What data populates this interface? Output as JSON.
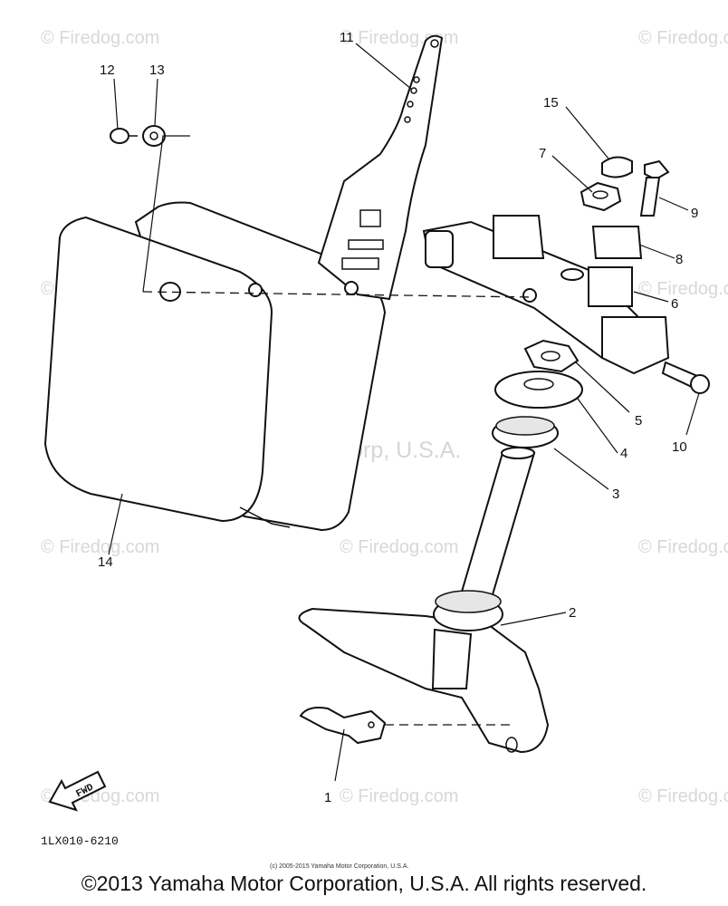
{
  "watermark": {
    "text": "© Firedog.com",
    "center_text": "Yamaha Motor Corp, U.S.A."
  },
  "callouts": [
    "1",
    "2",
    "3",
    "4",
    "5",
    "6",
    "7",
    "8",
    "9",
    "10",
    "11",
    "12",
    "13",
    "14",
    "15"
  ],
  "diagram_code": "1LX010-6210",
  "fwd_label": "FWD",
  "small_copyright": "(c) 2005-2015 Yamaha Motor Corporation, U.S.A.",
  "footer_copyright": "©2013 Yamaha Motor Corporation, U.S.A. All rights reserved."
}
